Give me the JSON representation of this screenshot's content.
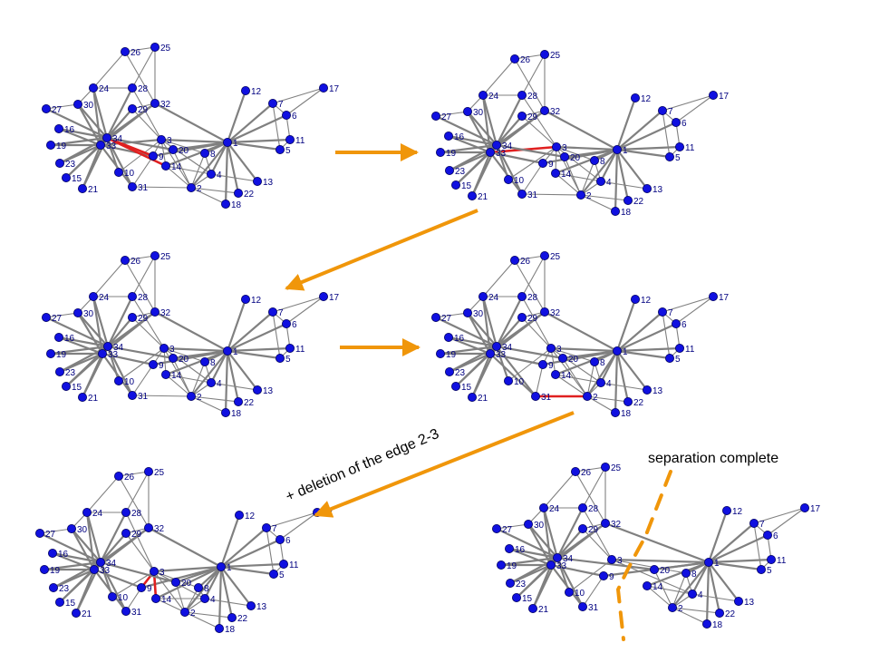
{
  "annotations": {
    "deletion_note": "+ deletion of the edge 2-3",
    "complete_note": "separation complete"
  },
  "colors": {
    "node": "#1010e0",
    "node_stroke": "#000060",
    "edge": "#808080",
    "removed_edge": "#e02020",
    "arrow": "#f0960a",
    "cut_line": "#f0960a"
  },
  "graph": {
    "edges": [
      [
        1,
        2
      ],
      [
        1,
        3
      ],
      [
        1,
        4
      ],
      [
        1,
        5
      ],
      [
        1,
        6
      ],
      [
        1,
        7
      ],
      [
        1,
        8
      ],
      [
        1,
        9
      ],
      [
        1,
        11
      ],
      [
        1,
        12
      ],
      [
        1,
        13
      ],
      [
        1,
        14
      ],
      [
        1,
        18
      ],
      [
        1,
        20
      ],
      [
        1,
        22
      ],
      [
        1,
        32
      ],
      [
        2,
        3
      ],
      [
        2,
        4
      ],
      [
        2,
        8
      ],
      [
        2,
        14
      ],
      [
        2,
        18
      ],
      [
        2,
        20
      ],
      [
        2,
        22
      ],
      [
        2,
        31
      ],
      [
        3,
        4
      ],
      [
        3,
        8
      ],
      [
        3,
        9
      ],
      [
        3,
        10
      ],
      [
        3,
        14
      ],
      [
        3,
        28
      ],
      [
        3,
        29
      ],
      [
        3,
        33
      ],
      [
        4,
        8
      ],
      [
        4,
        13
      ],
      [
        4,
        14
      ],
      [
        5,
        7
      ],
      [
        5,
        11
      ],
      [
        6,
        7
      ],
      [
        6,
        11
      ],
      [
        6,
        17
      ],
      [
        7,
        17
      ],
      [
        9,
        31
      ],
      [
        9,
        33
      ],
      [
        9,
        34
      ],
      [
        10,
        34
      ],
      [
        14,
        34
      ],
      [
        15,
        33
      ],
      [
        15,
        34
      ],
      [
        16,
        33
      ],
      [
        16,
        34
      ],
      [
        19,
        33
      ],
      [
        19,
        34
      ],
      [
        20,
        34
      ],
      [
        21,
        33
      ],
      [
        21,
        34
      ],
      [
        23,
        33
      ],
      [
        23,
        34
      ],
      [
        24,
        26
      ],
      [
        24,
        28
      ],
      [
        24,
        30
      ],
      [
        24,
        33
      ],
      [
        24,
        34
      ],
      [
        25,
        26
      ],
      [
        25,
        28
      ],
      [
        25,
        32
      ],
      [
        26,
        32
      ],
      [
        27,
        30
      ],
      [
        27,
        34
      ],
      [
        28,
        34
      ],
      [
        29,
        32
      ],
      [
        29,
        34
      ],
      [
        30,
        33
      ],
      [
        30,
        34
      ],
      [
        31,
        33
      ],
      [
        31,
        34
      ],
      [
        32,
        33
      ],
      [
        32,
        34
      ],
      [
        33,
        34
      ]
    ],
    "panels": [
      {
        "id": "p1",
        "removed": [
          [
            9,
            34
          ],
          [
            14,
            34
          ]
        ],
        "removed_so_far": [],
        "split": false
      },
      {
        "id": "p2",
        "removed": [
          [
            3,
            33
          ]
        ],
        "removed_so_far": [
          [
            9,
            34
          ],
          [
            14,
            34
          ]
        ],
        "split": false
      },
      {
        "id": "p3",
        "removed": [
          [
            3,
            34
          ]
        ],
        "removed_so_far": [
          [
            9,
            34
          ],
          [
            14,
            34
          ],
          [
            3,
            33
          ]
        ],
        "split": false
      },
      {
        "id": "p4",
        "removed": [
          [
            2,
            31
          ]
        ],
        "removed_so_far": [
          [
            9,
            34
          ],
          [
            14,
            34
          ],
          [
            3,
            33
          ],
          [
            3,
            34
          ]
        ],
        "split": false
      },
      {
        "id": "p5",
        "removed": [
          [
            3,
            14
          ],
          [
            3,
            20
          ],
          [
            3,
            9
          ]
        ],
        "removed_so_far": [
          [
            9,
            34
          ],
          [
            14,
            34
          ],
          [
            3,
            33
          ],
          [
            3,
            34
          ],
          [
            2,
            31
          ]
        ],
        "split": false
      },
      {
        "id": "p6",
        "removed": [],
        "removed_so_far": [
          [
            9,
            34
          ],
          [
            14,
            34
          ],
          [
            3,
            33
          ],
          [
            3,
            34
          ],
          [
            2,
            31
          ],
          [
            3,
            14
          ],
          [
            3,
            20
          ],
          [
            3,
            9
          ],
          [
            2,
            3
          ]
        ],
        "split": true
      }
    ]
  }
}
